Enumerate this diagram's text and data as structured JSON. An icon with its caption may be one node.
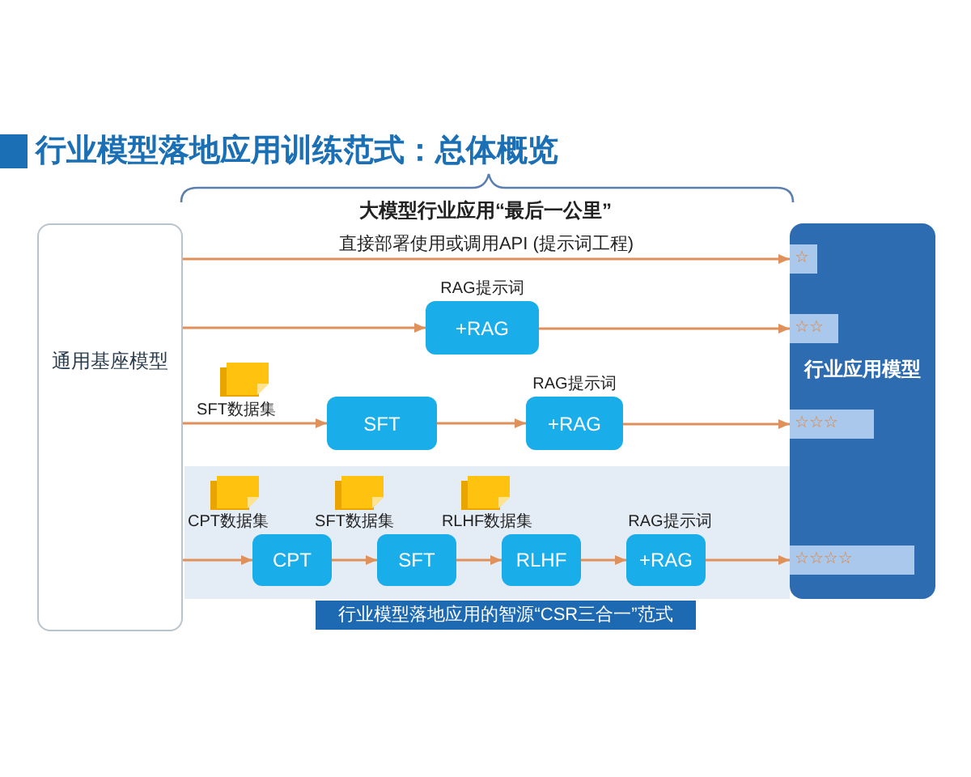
{
  "diagram": {
    "title": "行业模型落地应用训练范式：总体概览",
    "nodes": [
      {
        "text": [
          "通用基座模型"
        ]
      },
      {
        "text": [
          "行业应用模型"
        ]
      },
      {
        "text": [
          "☆"
        ],
        "in": 1
      },
      {
        "text": [
          "☆☆"
        ],
        "in": 1
      },
      {
        "text": [
          "☆☆☆"
        ],
        "in": 1
      },
      {
        "text": [
          "☆☆☆☆"
        ],
        "in": 1
      },
      {
        "text": [
          "+RAG"
        ],
        "beside": [
          "RAG提示词"
        ]
      },
      {
        "text": [
          "SFT"
        ]
      },
      {
        "text": [
          "+RAG"
        ],
        "beside": [
          "RAG提示词"
        ]
      },
      {
        "text": [
          "行业模型落地应用的智源“CSR三合一”范式"
        ]
      },
      {
        "text": [
          "CPT"
        ],
        "in": 9,
        "beside": [
          "CPT数据集"
        ]
      },
      {
        "text": [
          "SFT"
        ],
        "in": 9,
        "beside": [
          "SFT数据集"
        ]
      },
      {
        "text": [
          "RLHF"
        ],
        "in": 9,
        "beside": [
          "RLHF数据集"
        ]
      },
      {
        "text": [
          "+RAG"
        ],
        "in": 9,
        "beside": [
          "RAG提示词"
        ]
      }
    ],
    "edges": [
      {
        "from": 0,
        "to": 2,
        "arrow": "to",
        "label": "直接部署使用或调用API (提示词工程)"
      },
      {
        "from": 0,
        "to": 6,
        "arrow": "to"
      },
      {
        "from": 6,
        "to": 3,
        "arrow": "to"
      },
      {
        "from": 0,
        "to": 7,
        "arrow": "to"
      },
      {
        "from": 7,
        "to": 8,
        "arrow": "to"
      },
      {
        "from": 8,
        "to": 4,
        "arrow": "to"
      },
      {
        "from": 0,
        "to": 10,
        "arrow": "to"
      },
      {
        "from": 10,
        "to": 11,
        "arrow": "to"
      },
      {
        "from": 11,
        "to": 12,
        "arrow": "to"
      },
      {
        "from": 12,
        "to": 13,
        "arrow": "to"
      },
      {
        "from": 13,
        "to": 5,
        "arrow": "to"
      }
    ],
    "labels": [
      "大模型行业应用“最后一公里”",
      "SFT数据集"
    ]
  }
}
